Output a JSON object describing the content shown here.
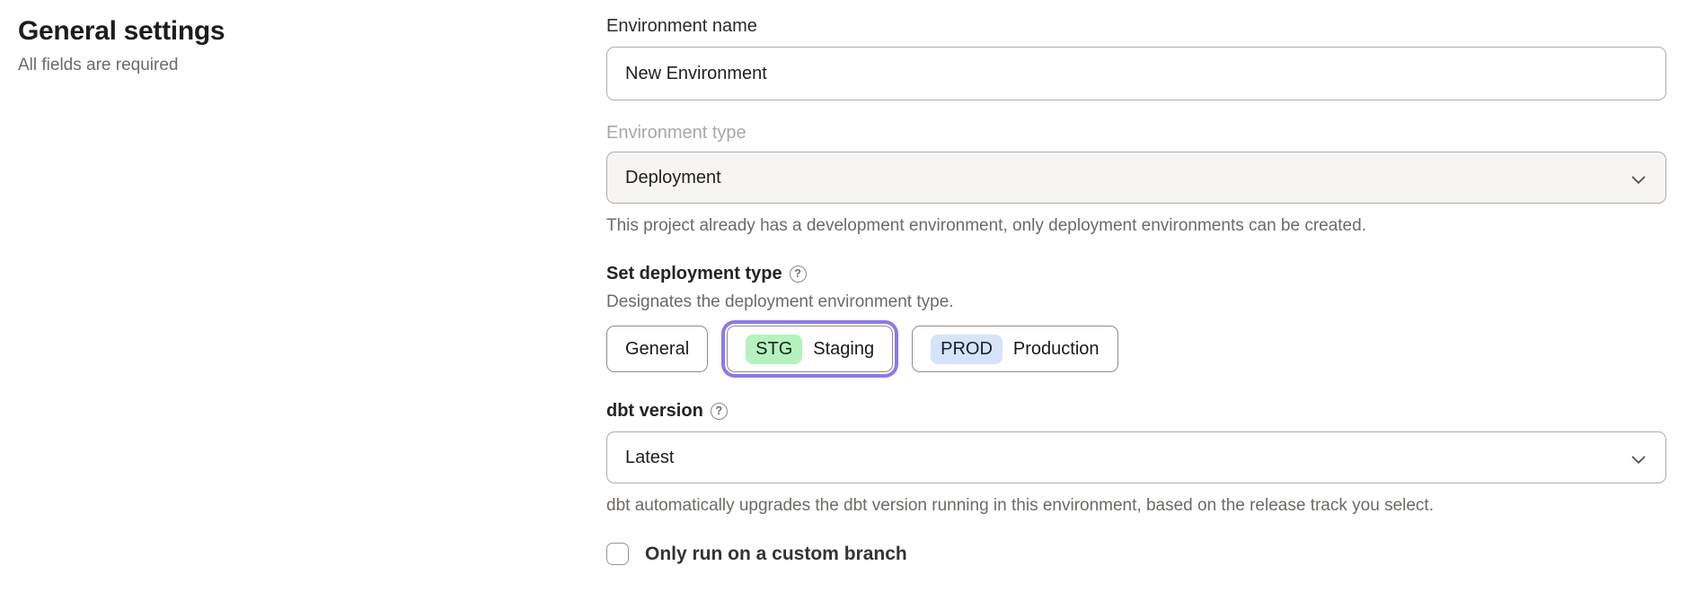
{
  "intro": {
    "heading": "General settings",
    "subheading": "All fields are required"
  },
  "form": {
    "environment_name": {
      "label": "Environment name",
      "value": "New Environment"
    },
    "environment_type": {
      "label": "Environment type",
      "value": "Deployment",
      "disabled": true,
      "helper": "This project already has a development environment, only deployment environments can be created."
    },
    "deployment_type": {
      "label": "Set deployment type",
      "description": "Designates the deployment environment type.",
      "options": [
        {
          "label": "General",
          "badge": "",
          "selected": false
        },
        {
          "label": "Staging",
          "badge": "STG",
          "selected": true
        },
        {
          "label": "Production",
          "badge": "PROD",
          "selected": false
        }
      ]
    },
    "dbt_version": {
      "label": "dbt version",
      "value": "Latest",
      "helper": "dbt automatically upgrades the dbt version running in this environment, based on the release track you select."
    },
    "custom_branch": {
      "label": "Only run on a custom branch",
      "checked": false
    }
  },
  "icons": {
    "help": "?"
  },
  "colors": {
    "selected_ring": "#8b78f0",
    "staging_badge_bg": "#b5f2be",
    "production_badge_bg": "#d6e4fa",
    "muted_text": "#6e6a66",
    "disabled_field_bg": "#f6f5f4"
  }
}
